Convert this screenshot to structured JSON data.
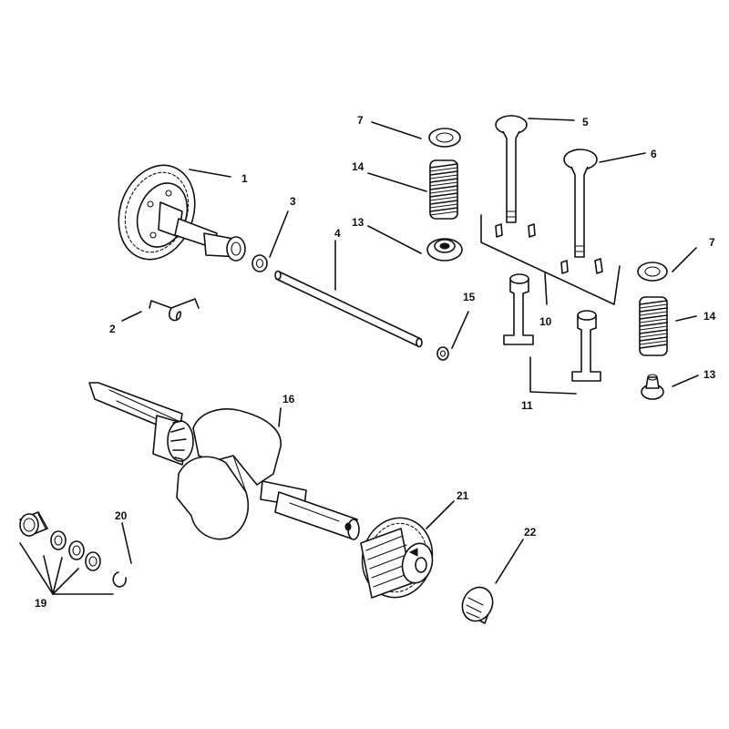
{
  "callouts": [
    {
      "id": "1",
      "text": "1"
    },
    {
      "id": "2",
      "text": "2"
    },
    {
      "id": "3",
      "text": "3"
    },
    {
      "id": "4",
      "text": "4"
    },
    {
      "id": "5",
      "text": "5"
    },
    {
      "id": "6",
      "text": "6"
    },
    {
      "id": "7a",
      "text": "7"
    },
    {
      "id": "7b",
      "text": "7"
    },
    {
      "id": "10",
      "text": "10"
    },
    {
      "id": "11",
      "text": "11"
    },
    {
      "id": "13a",
      "text": "13"
    },
    {
      "id": "13b",
      "text": "13"
    },
    {
      "id": "14a",
      "text": "14"
    },
    {
      "id": "14b",
      "text": "14"
    },
    {
      "id": "15",
      "text": "15"
    },
    {
      "id": "16",
      "text": "16"
    },
    {
      "id": "19",
      "text": "19"
    },
    {
      "id": "20",
      "text": "20"
    },
    {
      "id": "21",
      "text": "21"
    },
    {
      "id": "22",
      "text": "22"
    }
  ],
  "colors": {
    "line": "#111111",
    "background": "#ffffff"
  }
}
